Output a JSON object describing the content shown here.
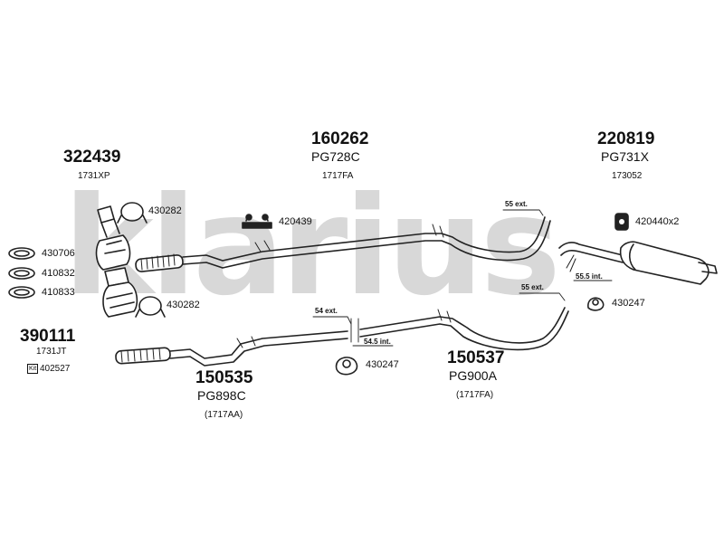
{
  "watermark": "klarius",
  "assemblies": {
    "a322439": {
      "number": "322439",
      "ref": "1731XP"
    },
    "a160262": {
      "number": "160262",
      "code": "PG728C",
      "ref": "1717FA"
    },
    "a220819": {
      "number": "220819",
      "code": "PG731X",
      "ref": "173052"
    },
    "a390111": {
      "number": "390111",
      "ref": "1731JT",
      "kit_badge": "Kit",
      "kit_number": "402527"
    },
    "a150535": {
      "number": "150535",
      "code": "PG898C",
      "ref": "(1717AA)"
    },
    "a150537": {
      "number": "150537",
      "code": "PG900A",
      "ref": "(1717FA)"
    }
  },
  "parts": {
    "clamp_top": "430282",
    "clamp_bottom": "430282",
    "gasket_1": "430706",
    "gasket_2": "410832",
    "gasket_3": "410833",
    "hanger_front": "420439",
    "mount_rear": "420440x2",
    "mount_mid": "430247",
    "mount_rear_lower": "430247"
  },
  "dimensions": {
    "ext_55_top": "55 ext.",
    "int_55_5": "55.5 int.",
    "ext_55_mid": "55 ext.",
    "ext_54": "54 ext.",
    "int_54_5": "54.5 int."
  }
}
